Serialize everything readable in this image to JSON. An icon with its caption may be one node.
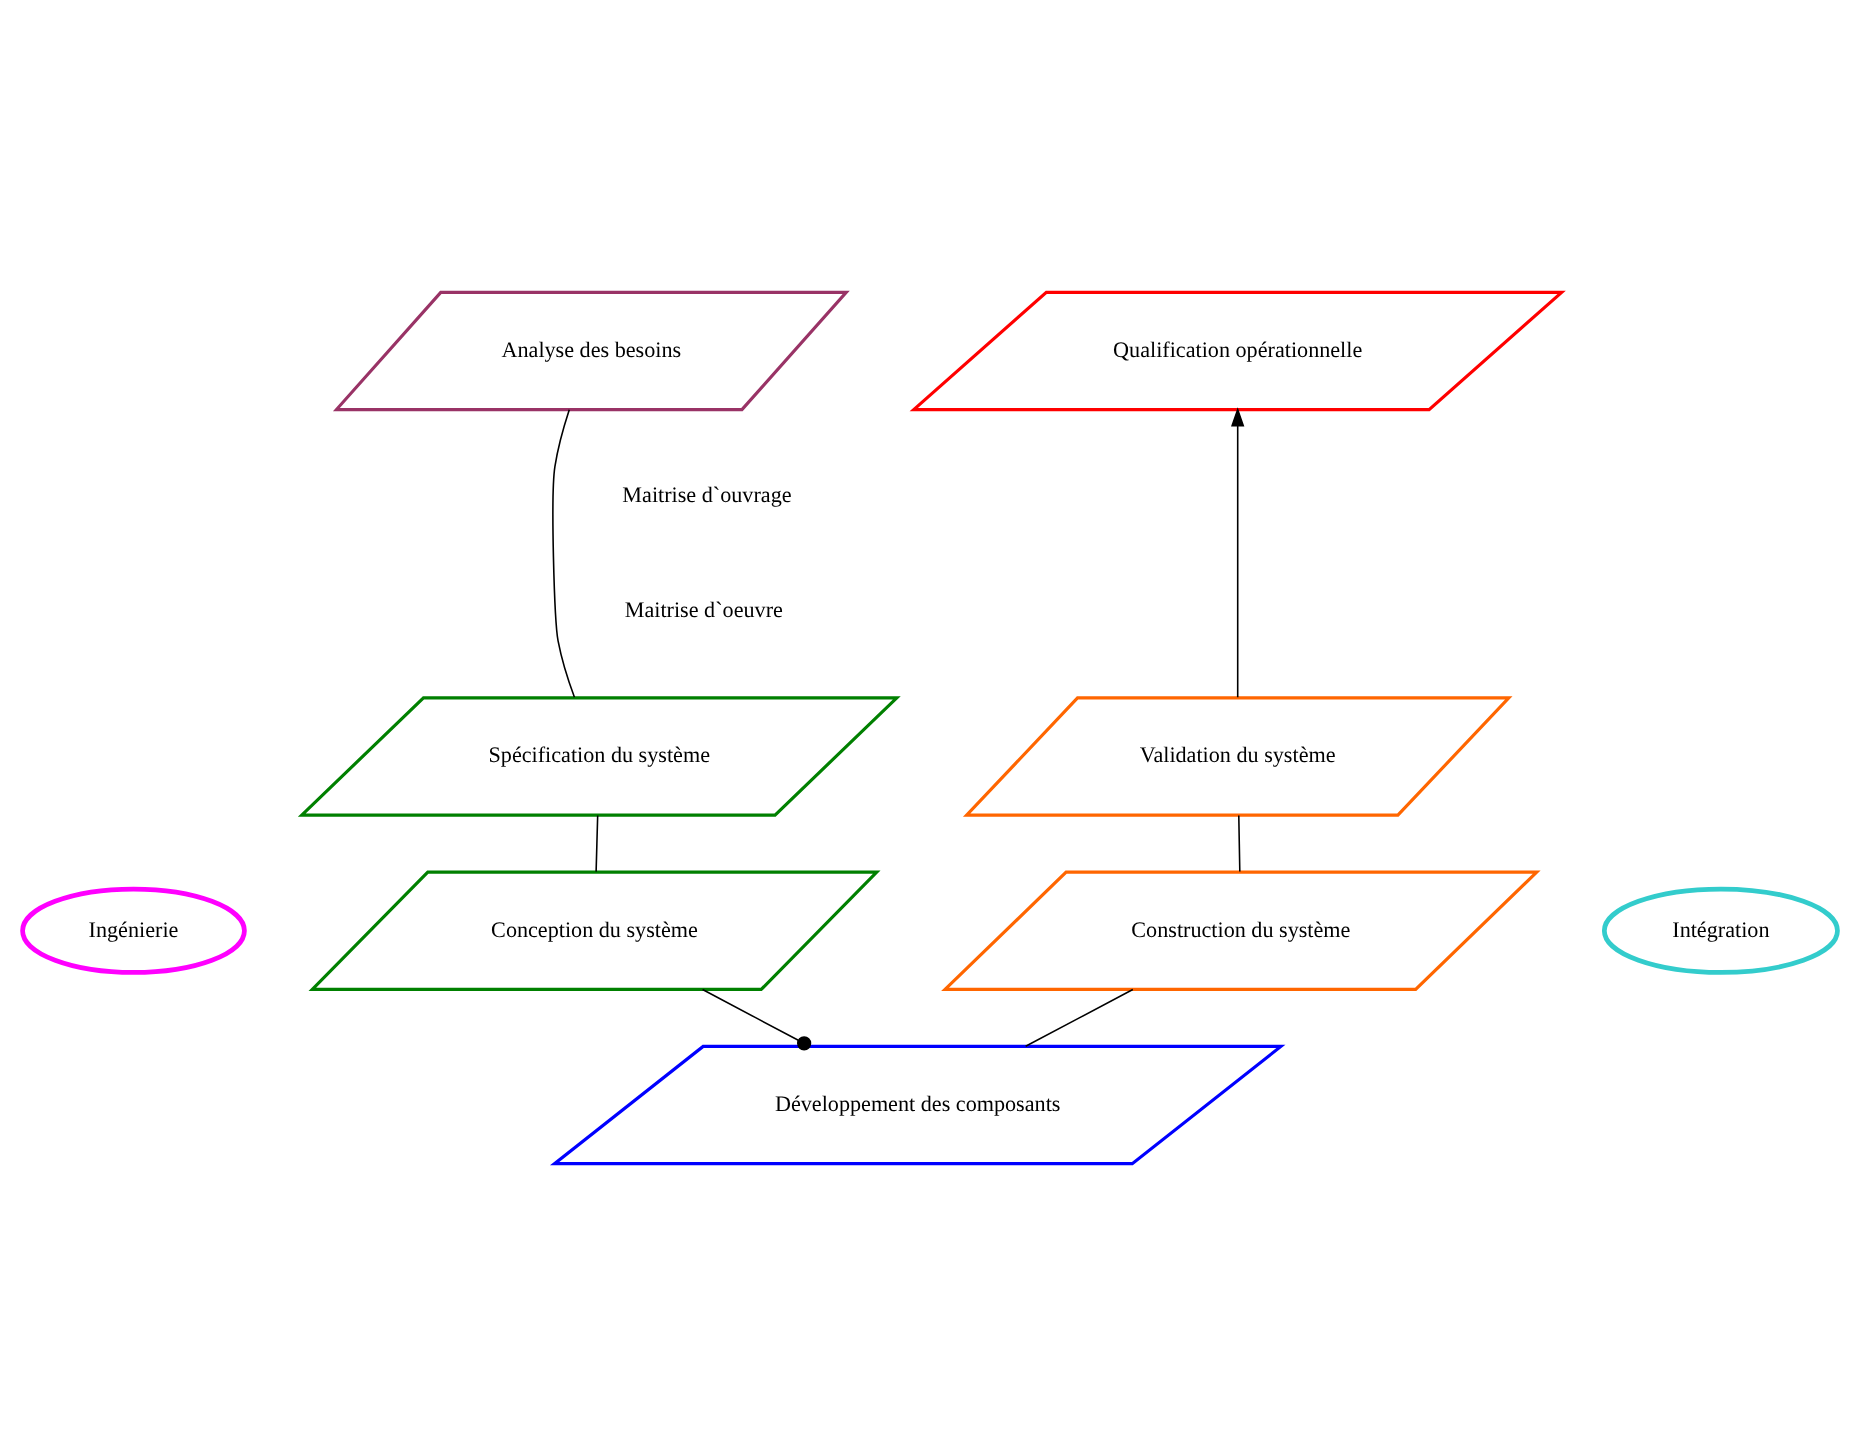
{
  "diagram": {
    "nodes": [
      {
        "text": [
          "Analyse des besoins"
        ]
      },
      {
        "text": [
          "Qualification opérationnelle"
        ]
      },
      {
        "text": [
          "Spécification du système"
        ]
      },
      {
        "text": [
          "Validation du système"
        ]
      },
      {
        "text": [
          "Ingénierie"
        ]
      },
      {
        "text": [
          "Conception du système"
        ]
      },
      {
        "text": [
          "Construction du système"
        ]
      },
      {
        "text": [
          "Intégration"
        ]
      },
      {
        "text": [
          "Développement des composants"
        ]
      }
    ],
    "edges": [
      {
        "from": 0,
        "to": 2,
        "arrow": "none"
      },
      {
        "from": 2,
        "to": 5,
        "arrow": "none"
      },
      {
        "from": 5,
        "to": 8,
        "arrow": "other"
      },
      {
        "from": 8,
        "to": 6,
        "arrow": "none"
      },
      {
        "from": 6,
        "to": 3,
        "arrow": "none"
      },
      {
        "from": 3,
        "to": 1,
        "arrow": "to"
      }
    ],
    "labels": [
      "Maitrise d`ouvrage",
      "Maitrise d`oeuvre"
    ]
  }
}
